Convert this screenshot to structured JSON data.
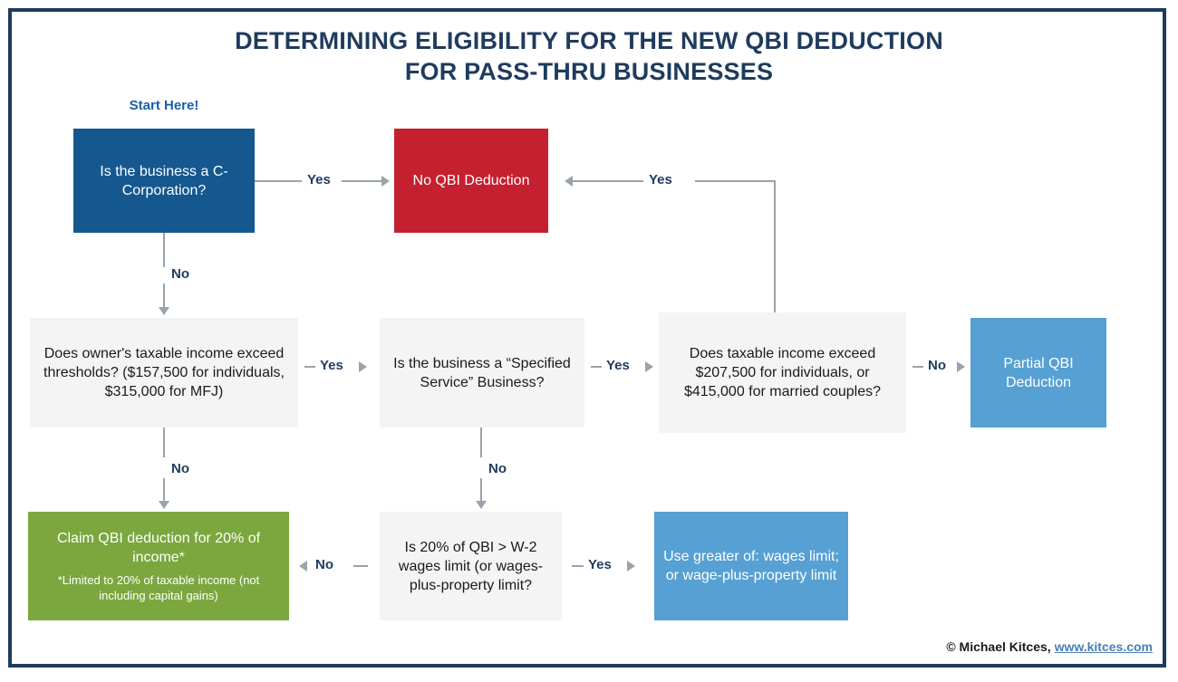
{
  "title": {
    "line1": "DETERMINING ELIGIBILITY FOR THE NEW QBI DEDUCTION",
    "line2": "FOR PASS-THRU BUSINESSES"
  },
  "start_label": "Start Here!",
  "colors": {
    "frame": "#1f3b5e",
    "title": "#1f3b5e",
    "navy_box": "#15588f",
    "red_box": "#c4202f",
    "light_blue_box": "#56a0d3",
    "green_box": "#7ba73e",
    "gray_box": "#f4f4f4",
    "connector": "#9aa3ab",
    "edge_label": "#1f3b5e",
    "start_label": "#1a5fa8",
    "link": "#4a7fb5"
  },
  "nodes": {
    "c_corp": {
      "text": "Is the business a C-Corporation?",
      "style": "navy"
    },
    "no_qbi": {
      "text": "No QBI Deduction",
      "style": "red"
    },
    "thresholds": {
      "text": "Does owner's taxable income exceed thresholds? ($157,500 for individuals, $315,000 for MFJ)",
      "style": "gray"
    },
    "specified_service": {
      "text": "Is the business a “Specified Service” Business?",
      "style": "gray"
    },
    "income_cap": {
      "text": "Does taxable income exceed $207,500 for individuals, or $415,000 for married couples?",
      "style": "gray"
    },
    "partial_qbi": {
      "text": "Partial QBI Deduction",
      "style": "light_blue"
    },
    "claim_qbi": {
      "text": "Claim QBI deduction for 20% of income*",
      "footnote": "*Limited to 20% of taxable income (not including capital gains)",
      "style": "green"
    },
    "wages_limit": {
      "text": "Is 20% of QBI > W-2 wages limit (or wages-plus-property limit?",
      "style": "gray"
    },
    "use_greater": {
      "text": "Use greater of: wages limit; or wage-plus-property limit",
      "style": "light_blue"
    }
  },
  "edges": {
    "c_corp_yes": "Yes",
    "c_corp_no": "No",
    "thresholds_yes": "Yes",
    "thresholds_no": "No",
    "specified_service_yes": "Yes",
    "specified_service_no": "No",
    "income_cap_yes": "Yes",
    "income_cap_no": "No",
    "wages_limit_yes": "Yes",
    "wages_limit_no": "No"
  },
  "footer": {
    "credit": "© Michael Kitces, ",
    "url": "www.kitces.com"
  }
}
